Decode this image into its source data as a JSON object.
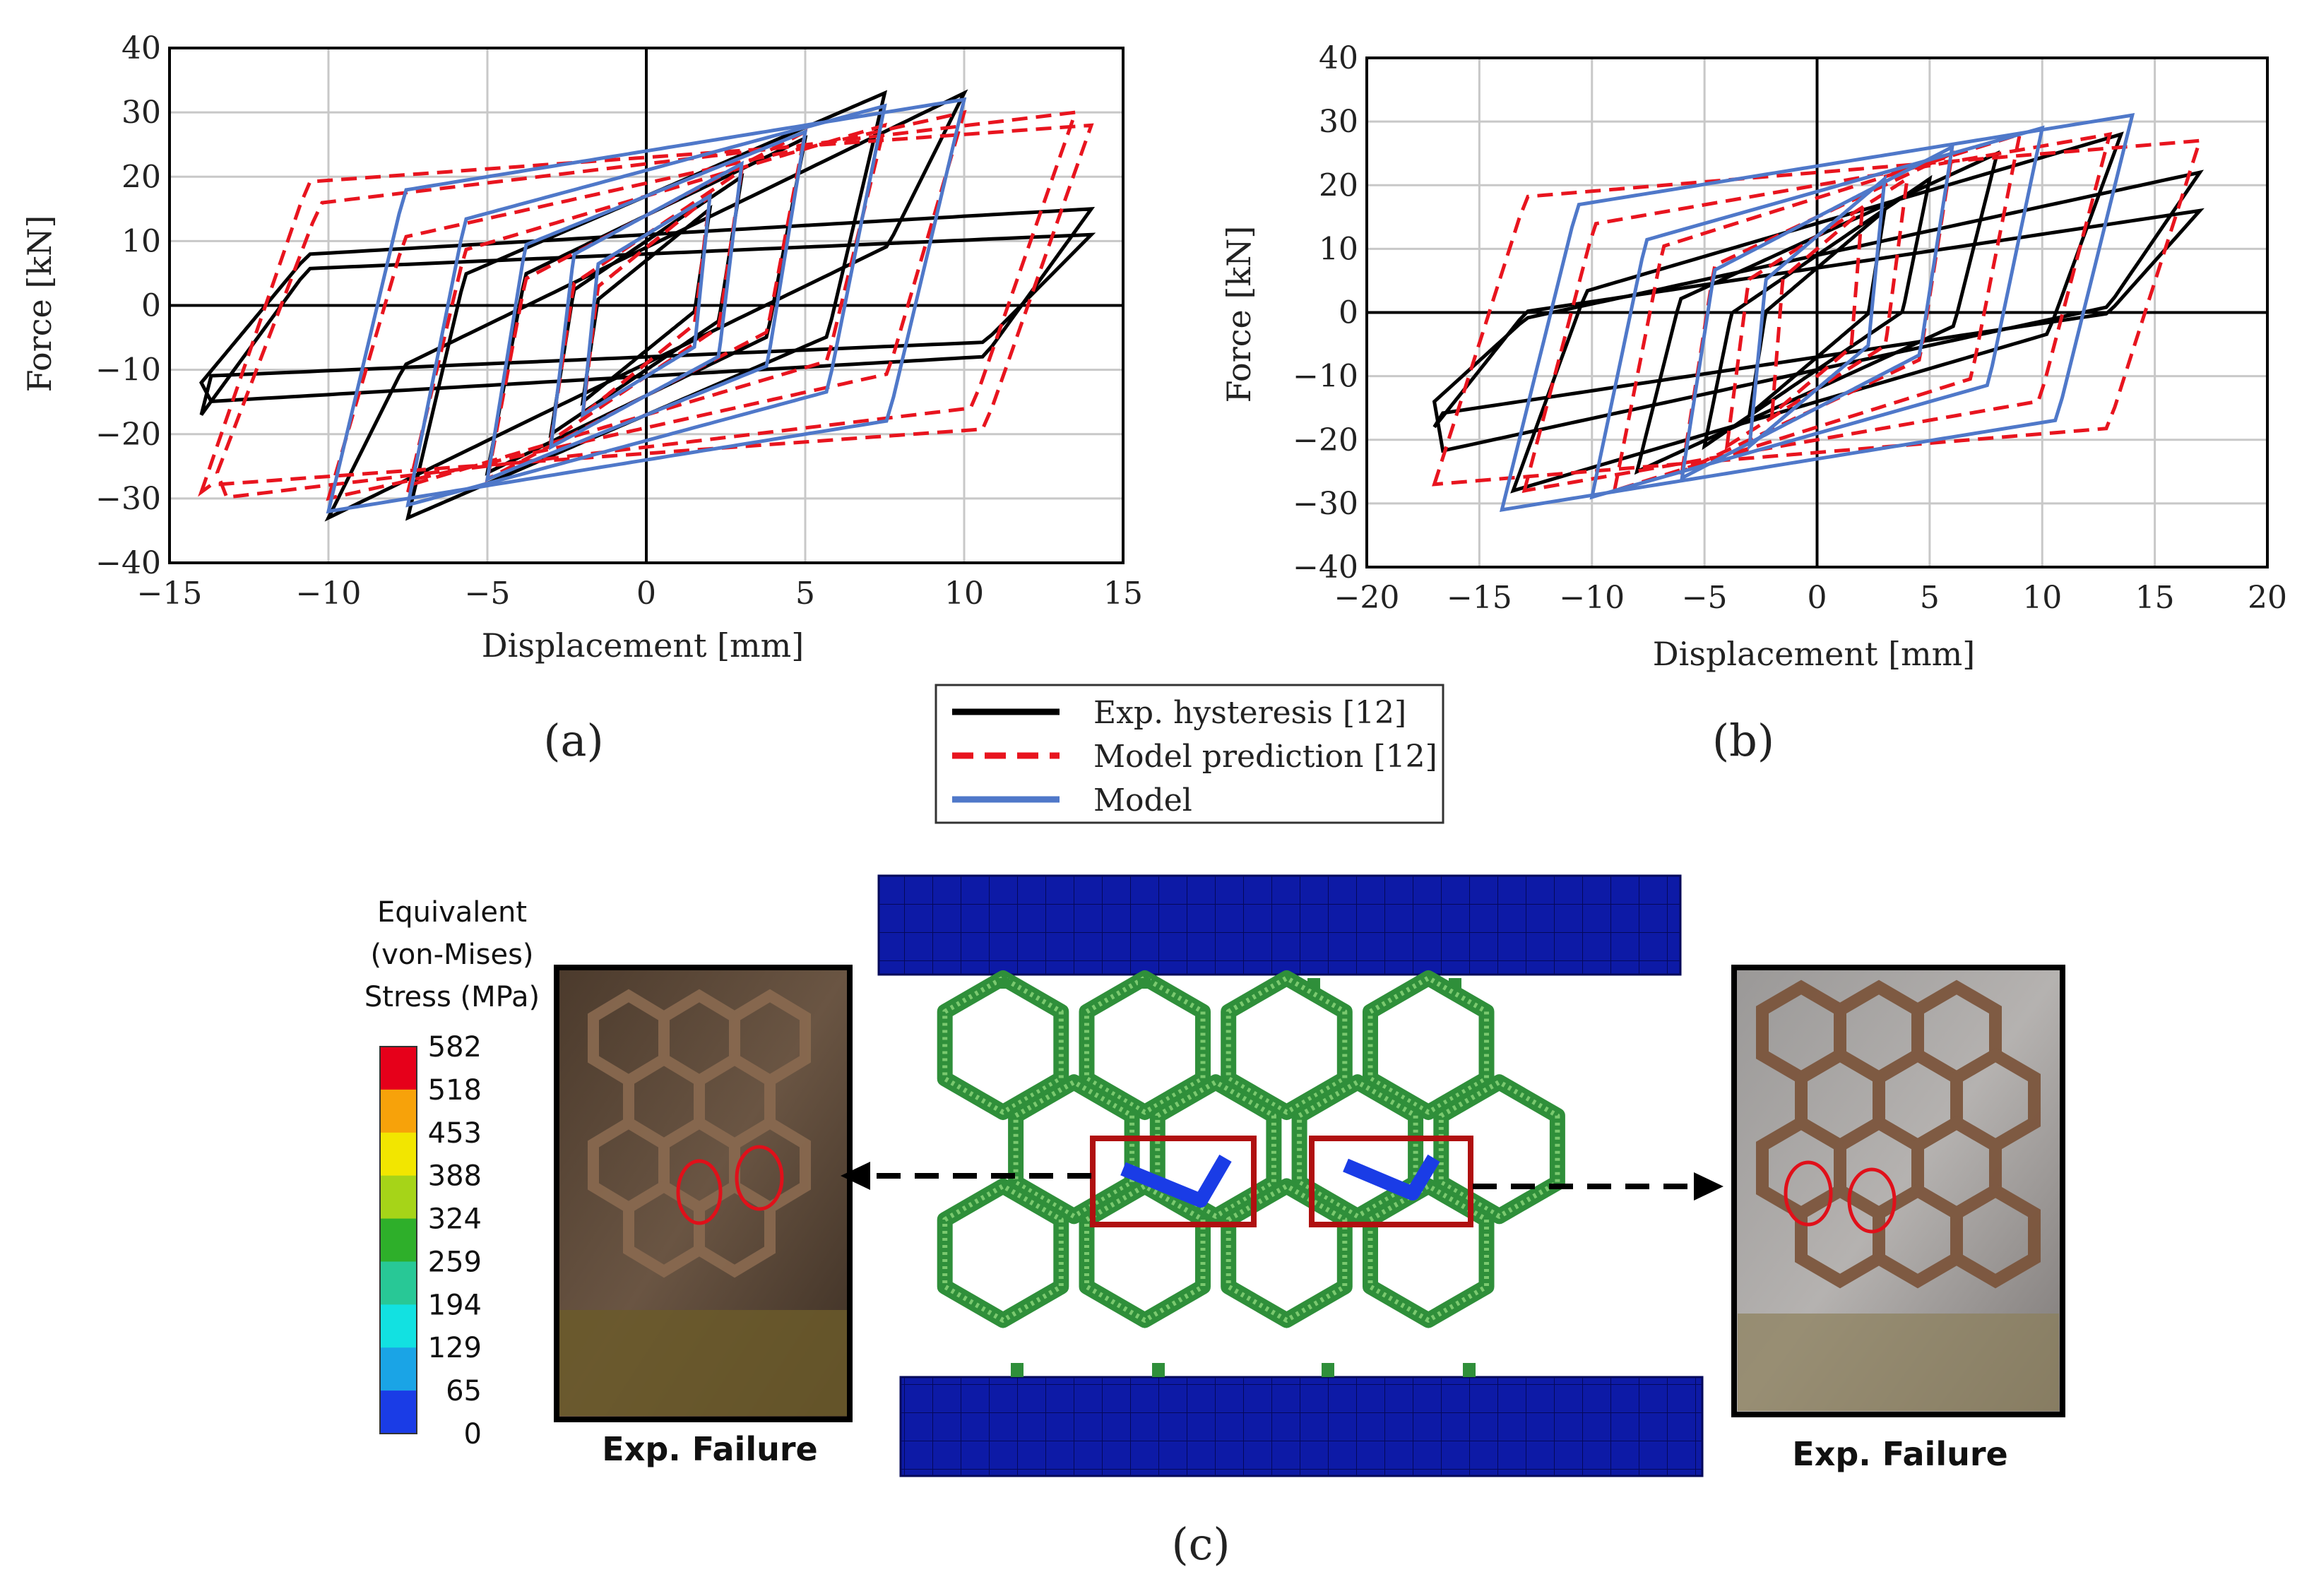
{
  "chart_data": [
    {
      "type": "line",
      "panel": "(a)",
      "xlabel": "Displacement [mm]",
      "ylabel": "Force [kN]",
      "xlim": [
        -15,
        15
      ],
      "ylim": [
        -40,
        40
      ],
      "xticks": [
        "−15",
        "−10",
        "−5",
        "0",
        "5",
        "10",
        "15"
      ],
      "xtick_values": [
        -15,
        -10,
        -5,
        0,
        5,
        10,
        15
      ],
      "yticks": [
        "40",
        "30",
        "20",
        "10",
        "0",
        "−10",
        "−20",
        "−30",
        "−40"
      ],
      "ytick_values": [
        40,
        30,
        20,
        10,
        0,
        -10,
        -20,
        -30,
        -40
      ],
      "grid": true,
      "series": [
        {
          "name": "Exp. hysteresis [12]",
          "color": "#000000",
          "style": "solid",
          "loops": [
            {
              "amp": 2,
              "fmax": 15,
              "fmin": -15,
              "y0": 7
            },
            {
              "amp": 3,
              "fmax": 20,
              "fmin": -20,
              "y0": 10
            },
            {
              "amp": 5,
              "fmax": 26,
              "fmin": -26,
              "y0": 14
            },
            {
              "amp": 7.5,
              "fmax": 33,
              "fmin": -33,
              "y0": 17
            },
            {
              "amp": 10,
              "fmax": 33,
              "fmin": -33,
              "y0": 9
            },
            {
              "amp": 14,
              "fmax": 15,
              "fmin": -12,
              "y0": 11
            },
            {
              "amp": 14,
              "fmax": 11,
              "fmin": -17,
              "y0": 8
            }
          ]
        },
        {
          "name": "Model prediction [12]",
          "color": "#e8141e",
          "style": "dashed",
          "loops": [
            {
              "amp": 2,
              "fmax": 17,
              "fmin": -17,
              "y0": 9
            },
            {
              "amp": 3,
              "fmax": 21,
              "fmin": -21,
              "y0": 11
            },
            {
              "amp": 5,
              "fmax": 27,
              "fmin": -27,
              "y0": 14
            },
            {
              "amp": 7.5,
              "fmax": 28,
              "fmin": -29,
              "y0": 17
            },
            {
              "amp": 10,
              "fmax": 30,
              "fmin": -30,
              "y0": 19
            },
            {
              "amp": 13.5,
              "fmax": 30,
              "fmin": -26,
              "y0": 22
            },
            {
              "amp": 14,
              "fmax": 28,
              "fmin": -29,
              "y0": 23
            }
          ]
        },
        {
          "name": "Model",
          "color": "#4f78c9",
          "style": "solid",
          "loops": [
            {
              "amp": 2,
              "fmax": 17,
              "fmin": -17,
              "y0": 11
            },
            {
              "amp": 3,
              "fmax": 22,
              "fmin": -22,
              "y0": 14
            },
            {
              "amp": 5,
              "fmax": 27,
              "fmin": -27,
              "y0": 17
            },
            {
              "amp": 7.5,
              "fmax": 31,
              "fmin": -31,
              "y0": 21
            },
            {
              "amp": 10,
              "fmax": 32,
              "fmin": -32,
              "y0": 24
            }
          ]
        }
      ]
    },
    {
      "type": "line",
      "panel": "(b)",
      "xlabel": "Displacement [mm]",
      "ylabel": "Force [kN]",
      "xlim": [
        -20,
        20
      ],
      "ylim": [
        -40,
        40
      ],
      "xticks": [
        "−20",
        "−15",
        "−10",
        "−5",
        "0",
        "5",
        "10",
        "15",
        "20"
      ],
      "xtick_values": [
        -20,
        -15,
        -10,
        -5,
        0,
        5,
        10,
        15,
        20
      ],
      "yticks": [
        "40",
        "30",
        "20",
        "10",
        "0",
        "−10",
        "−20",
        "−30",
        "−40"
      ],
      "ytick_values": [
        40,
        30,
        20,
        10,
        0,
        -10,
        -20,
        -30,
        -40
      ],
      "grid": true,
      "series": [
        {
          "name": "Exp. hysteresis [12]",
          "color": "#000000",
          "style": "solid",
          "loops": [
            {
              "amp": 3,
              "fmax": 16,
              "fmin": -16,
              "y0": 7
            },
            {
              "amp": 5,
              "fmax": 21,
              "fmin": -21,
              "y0": 9
            },
            {
              "amp": 8,
              "fmax": 25,
              "fmin": -25,
              "y0": 12
            },
            {
              "amp": 13.5,
              "fmax": 28,
              "fmin": -28,
              "y0": 14
            },
            {
              "amp": 17,
              "fmax": 22,
              "fmin": -14,
              "y0": 9
            },
            {
              "amp": 17,
              "fmax": 16,
              "fmin": -18,
              "y0": 7
            }
          ]
        },
        {
          "name": "Model prediction [12]",
          "color": "#e8141e",
          "style": "dashed",
          "loops": [
            {
              "amp": 2,
              "fmax": 16,
              "fmin": -16,
              "y0": 10
            },
            {
              "amp": 4,
              "fmax": 21,
              "fmin": -21,
              "y0": 12
            },
            {
              "amp": 6,
              "fmax": 25,
              "fmin": -25,
              "y0": 15
            },
            {
              "amp": 9,
              "fmax": 28,
              "fmin": -28,
              "y0": 18
            },
            {
              "amp": 13,
              "fmax": 28,
              "fmin": -28,
              "y0": 20
            },
            {
              "amp": 17,
              "fmax": 27,
              "fmin": -27,
              "y0": 22
            }
          ]
        },
        {
          "name": "Model",
          "color": "#4f78c9",
          "style": "solid",
          "loops": [
            {
              "amp": 3,
              "fmax": 21,
              "fmin": -21,
              "y0": 12
            },
            {
              "amp": 6,
              "fmax": 26,
              "fmin": -26,
              "y0": 15
            },
            {
              "amp": 10,
              "fmax": 29,
              "fmin": -29,
              "y0": 19
            },
            {
              "amp": 14,
              "fmax": 31,
              "fmin": -31,
              "y0": 23
            }
          ]
        }
      ]
    }
  ],
  "legend": {
    "items": [
      {
        "label": "Exp. hysteresis [12]",
        "color": "#000000",
        "style": "solid"
      },
      {
        "label": "Model prediction [12]",
        "color": "#e8141e",
        "style": "dashed"
      },
      {
        "label": "Model",
        "color": "#4f78c9",
        "style": "solid"
      }
    ]
  },
  "panel_labels": {
    "a": "(a)",
    "b": "(b)",
    "c": "(c)"
  },
  "colorbar": {
    "title_lines": [
      "Equivalent",
      "(von-Mises)",
      "Stress (MPa)"
    ],
    "ticks": [
      "582",
      "518",
      "453",
      "388",
      "324",
      "259",
      "194",
      "129",
      "65",
      "0"
    ],
    "colors": [
      "#e6001a",
      "#f7a20a",
      "#f2e600",
      "#a6d418",
      "#2eaf2a",
      "#28c896",
      "#12e1e1",
      "#1aa4e6",
      "#1a3ce6"
    ]
  },
  "photos": {
    "left_caption": "Exp. Failure",
    "right_caption": "Exp. Failure"
  }
}
